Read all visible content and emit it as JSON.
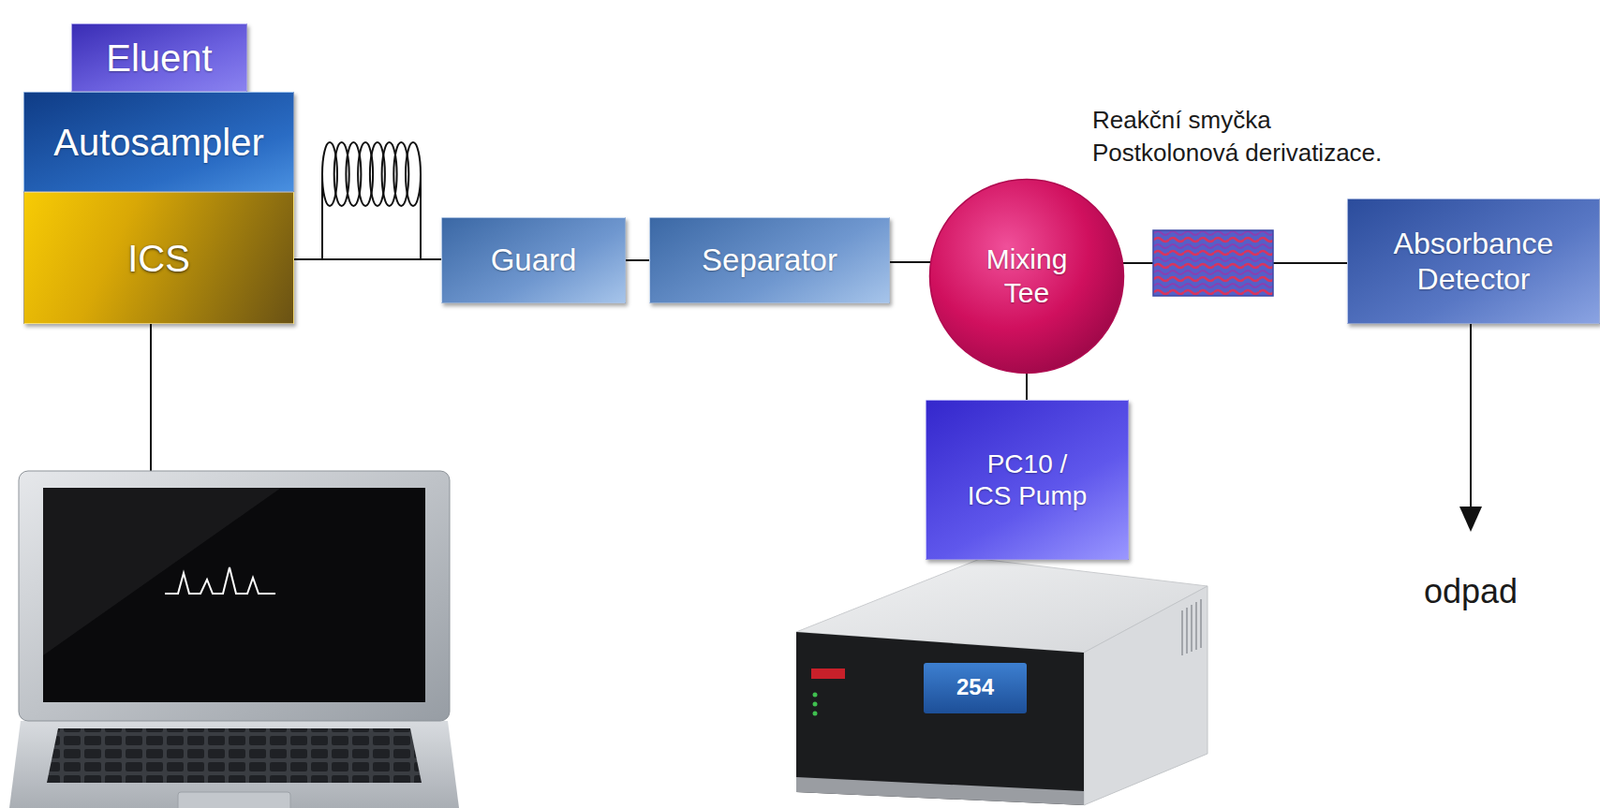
{
  "diagram": {
    "nodes": [
      {
        "text": [
          "Eluent"
        ]
      },
      {
        "text": [
          "Autosampler"
        ]
      },
      {
        "text": [
          "ICS"
        ]
      },
      {
        "text": [
          "Guard"
        ]
      },
      {
        "text": [
          "Separator"
        ]
      },
      {
        "text": [
          "Mixing Tee"
        ]
      },
      {
        "text": [
          "Absorbance Detector"
        ]
      },
      {
        "text": [
          "PC10 / ICS Pump"
        ]
      }
    ],
    "edges": [
      {
        "from": 2,
        "to": 3,
        "arrow": "none"
      },
      {
        "from": 3,
        "to": 4,
        "arrow": "none"
      },
      {
        "from": 4,
        "to": 5,
        "arrow": "none"
      },
      {
        "from": 5,
        "to": 6,
        "arrow": "none"
      },
      {
        "from": 7,
        "to": 5,
        "arrow": "none"
      }
    ],
    "labels": [
      "Reakční smyčka",
      "Postkolonová derivatizace.",
      "odpad",
      "254"
    ]
  }
}
